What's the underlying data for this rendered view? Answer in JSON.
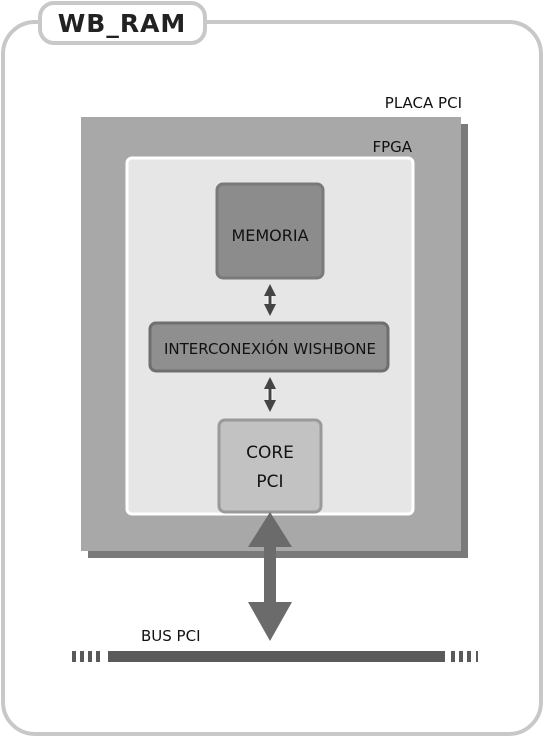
{
  "title": "WB_RAM",
  "board": {
    "label": "PLACA PCI"
  },
  "fpga": {
    "label": "FPGA"
  },
  "memory": {
    "label": "MEMORIA"
  },
  "interconnect": {
    "label": "INTERCONEXIÓN WISHBONE"
  },
  "core": {
    "line1": "CORE",
    "line2": "PCI"
  },
  "bus": {
    "label": "BUS PCI"
  },
  "colors": {
    "frame": "#c8c8c8",
    "board_fill": "#a8a8a8",
    "board_shadow": "#7a7a7a",
    "fpga_fill": "#e6e6e6",
    "memory_fill": "#8c8c8c",
    "interconnect_fill": "#8f8f8f",
    "core_fill": "#c2c2c2",
    "arrow": "#6b6b6b",
    "bus": "#5a5a5a",
    "text": "#111111"
  }
}
